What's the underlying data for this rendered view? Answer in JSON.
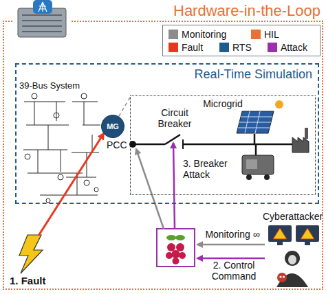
{
  "diagram": {
    "nodes": [
      {
        "text": [
          "Hardware-in-the-Loop"
        ]
      },
      {
        "text": [
          "Real-Time Simulation"
        ],
        "in": 0
      },
      {
        "text": [
          "MG"
        ],
        "in": 1
      },
      {
        "text": [
          "Microgrid"
        ],
        "in": 1
      }
    ],
    "edges": [
      {
        "from": 2,
        "to": 3,
        "arrow": "none"
      }
    ],
    "labels": [
      "39-Bus System",
      "PCC",
      "Circuit Breaker",
      "3. Breaker Attack",
      "1. Fault",
      "Cyberattacker",
      "Monitoring ∞",
      "2. Control Command"
    ],
    "legend": [
      {
        "text": "Monitoring",
        "color": "#8c8c8c"
      },
      {
        "text": "HIL",
        "color": "#e97132"
      },
      {
        "text": "Fault",
        "color": "#e8381f"
      },
      {
        "text": "RTS",
        "color": "#1f5c8b"
      },
      {
        "text": "Attack",
        "color": "#9b2fae"
      }
    ]
  }
}
